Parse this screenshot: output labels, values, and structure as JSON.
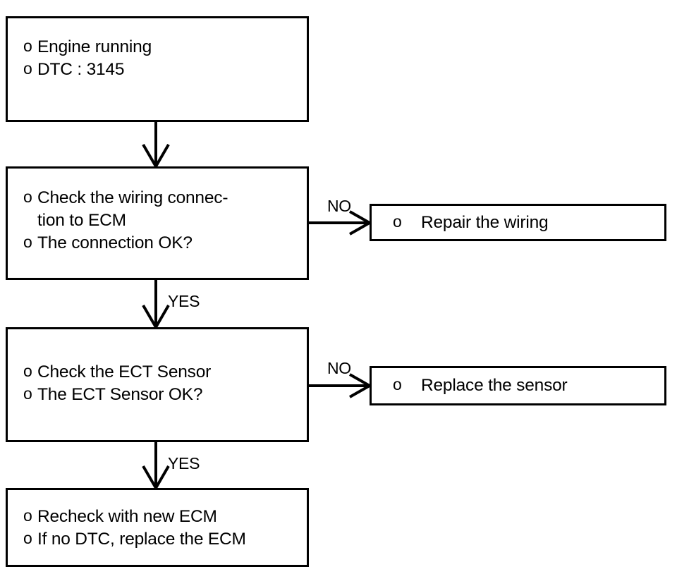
{
  "diagram": {
    "type": "flowchart",
    "title": "DTC 3145 diagnostic flowchart",
    "nodes": [
      {
        "id": "start",
        "bullet": "o",
        "lines": [
          "Engine running",
          "DTC : 3145"
        ]
      },
      {
        "id": "wiring-check",
        "bullet": "o",
        "lines": [
          "Check the wiring connec-\ntion to ECM",
          "The connection OK?"
        ]
      },
      {
        "id": "sensor-check",
        "bullet": "o",
        "lines": [
          "Check the ECT Sensor",
          "The ECT Sensor OK?"
        ]
      },
      {
        "id": "ecm-recheck",
        "bullet": "o",
        "lines": [
          "Recheck with new ECM",
          "If no DTC, replace the ECM"
        ]
      },
      {
        "id": "repair-wiring",
        "bullet": "o",
        "lines": [
          "Repair the wiring"
        ]
      },
      {
        "id": "replace-sensor",
        "bullet": "o",
        "lines": [
          "Replace the sensor"
        ]
      }
    ],
    "edges": [
      {
        "id": "start-to-wiring",
        "label": ""
      },
      {
        "id": "wiring-no",
        "label": "NO"
      },
      {
        "id": "wiring-yes",
        "label": "YES"
      },
      {
        "id": "sensor-no",
        "label": "NO"
      },
      {
        "id": "sensor-yes",
        "label": "YES"
      }
    ],
    "colors": {
      "stroke": "#000000",
      "fill": "#ffffff",
      "text": "#000000"
    }
  }
}
